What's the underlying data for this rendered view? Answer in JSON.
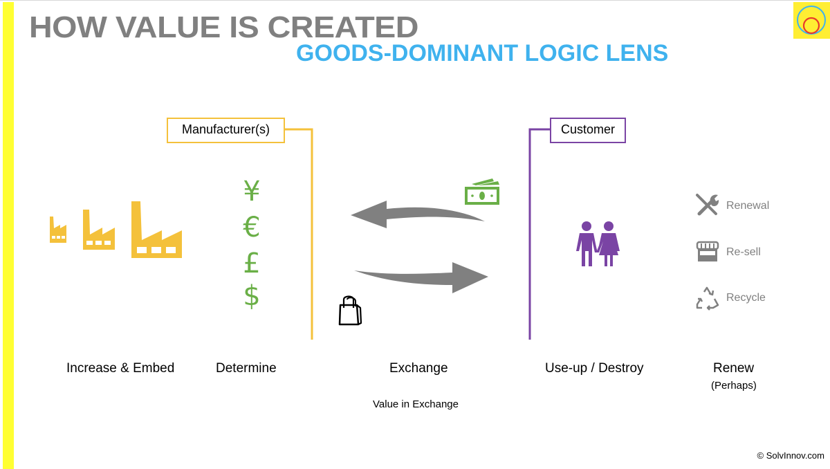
{
  "title": "HOW VALUE IS CREATED",
  "subtitle": "GOODS-DOMINANT LOGIC LENS",
  "colors": {
    "accent_yellow": "#f4c13b",
    "accent_purple": "#7a44a4",
    "currency_green": "#6aaf47",
    "title_gray": "#808080",
    "subtitle_blue": "#3fb2ee",
    "arrow_gray": "#808080",
    "side_bar": "#ffff33"
  },
  "actors": {
    "manufacturer": "Manufacturer(s)",
    "customer": "Customer"
  },
  "currencies": [
    "¥",
    "€",
    "£",
    "$"
  ],
  "icons": {
    "factories": "factory-icon",
    "money": "banknote-icon",
    "bag": "shopping-bag-icon",
    "people": "couple-icon",
    "logo": "circles-logo-icon"
  },
  "renew_options": [
    {
      "icon": "tools-icon",
      "label": "Renewal"
    },
    {
      "icon": "shop-icon",
      "label": "Re-sell"
    },
    {
      "icon": "recycle-icon",
      "label": "Recycle"
    }
  ],
  "stages": {
    "increase": "Increase & Embed",
    "determine": "Determine",
    "exchange": "Exchange",
    "useup": "Use-up / Destroy",
    "renew": "Renew",
    "renew_note": "(Perhaps)"
  },
  "value_caption": "Value in Exchange",
  "copyright": "© SolvInnov.com"
}
